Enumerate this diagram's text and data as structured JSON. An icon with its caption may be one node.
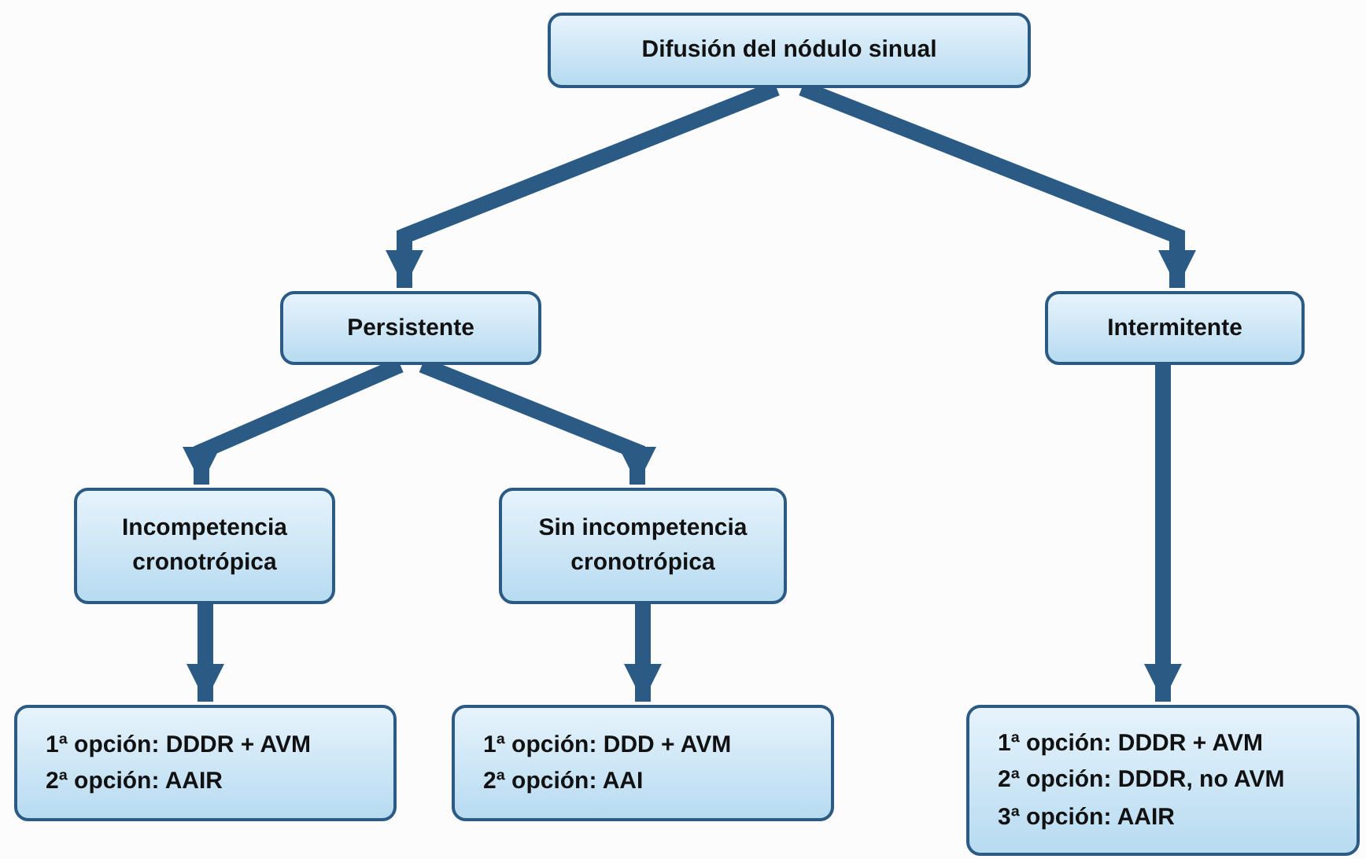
{
  "diagram": {
    "nodes": [
      {
        "text": [
          "Difusión del nódulo sinual"
        ]
      },
      {
        "text": [
          "Persistente"
        ]
      },
      {
        "text": [
          "Intermitente"
        ]
      },
      {
        "text": [
          "Incompetencia cronotrópica"
        ]
      },
      {
        "text": [
          "Sin incompetencia cronotrópica"
        ]
      },
      {
        "text": [
          "1ª opción: DDDR + AVM",
          "2ª opción: AAIR"
        ]
      },
      {
        "text": [
          "1ª opción: DDD + AVM",
          "2ª opción: AAI"
        ]
      },
      {
        "text": [
          "1ª opción: DDDR + AVM",
          "2ª opción: DDDR, no AVM",
          "3ª opción: AAIR"
        ]
      }
    ],
    "edges": [
      {
        "from": 0,
        "to": 1,
        "arrow": "to"
      },
      {
        "from": 0,
        "to": 2,
        "arrow": "to"
      },
      {
        "from": 1,
        "to": 3,
        "arrow": "to"
      },
      {
        "from": 1,
        "to": 4,
        "arrow": "to"
      },
      {
        "from": 3,
        "to": 5,
        "arrow": "to"
      },
      {
        "from": 4,
        "to": 6,
        "arrow": "to"
      },
      {
        "from": 2,
        "to": 7,
        "arrow": "to"
      }
    ]
  }
}
